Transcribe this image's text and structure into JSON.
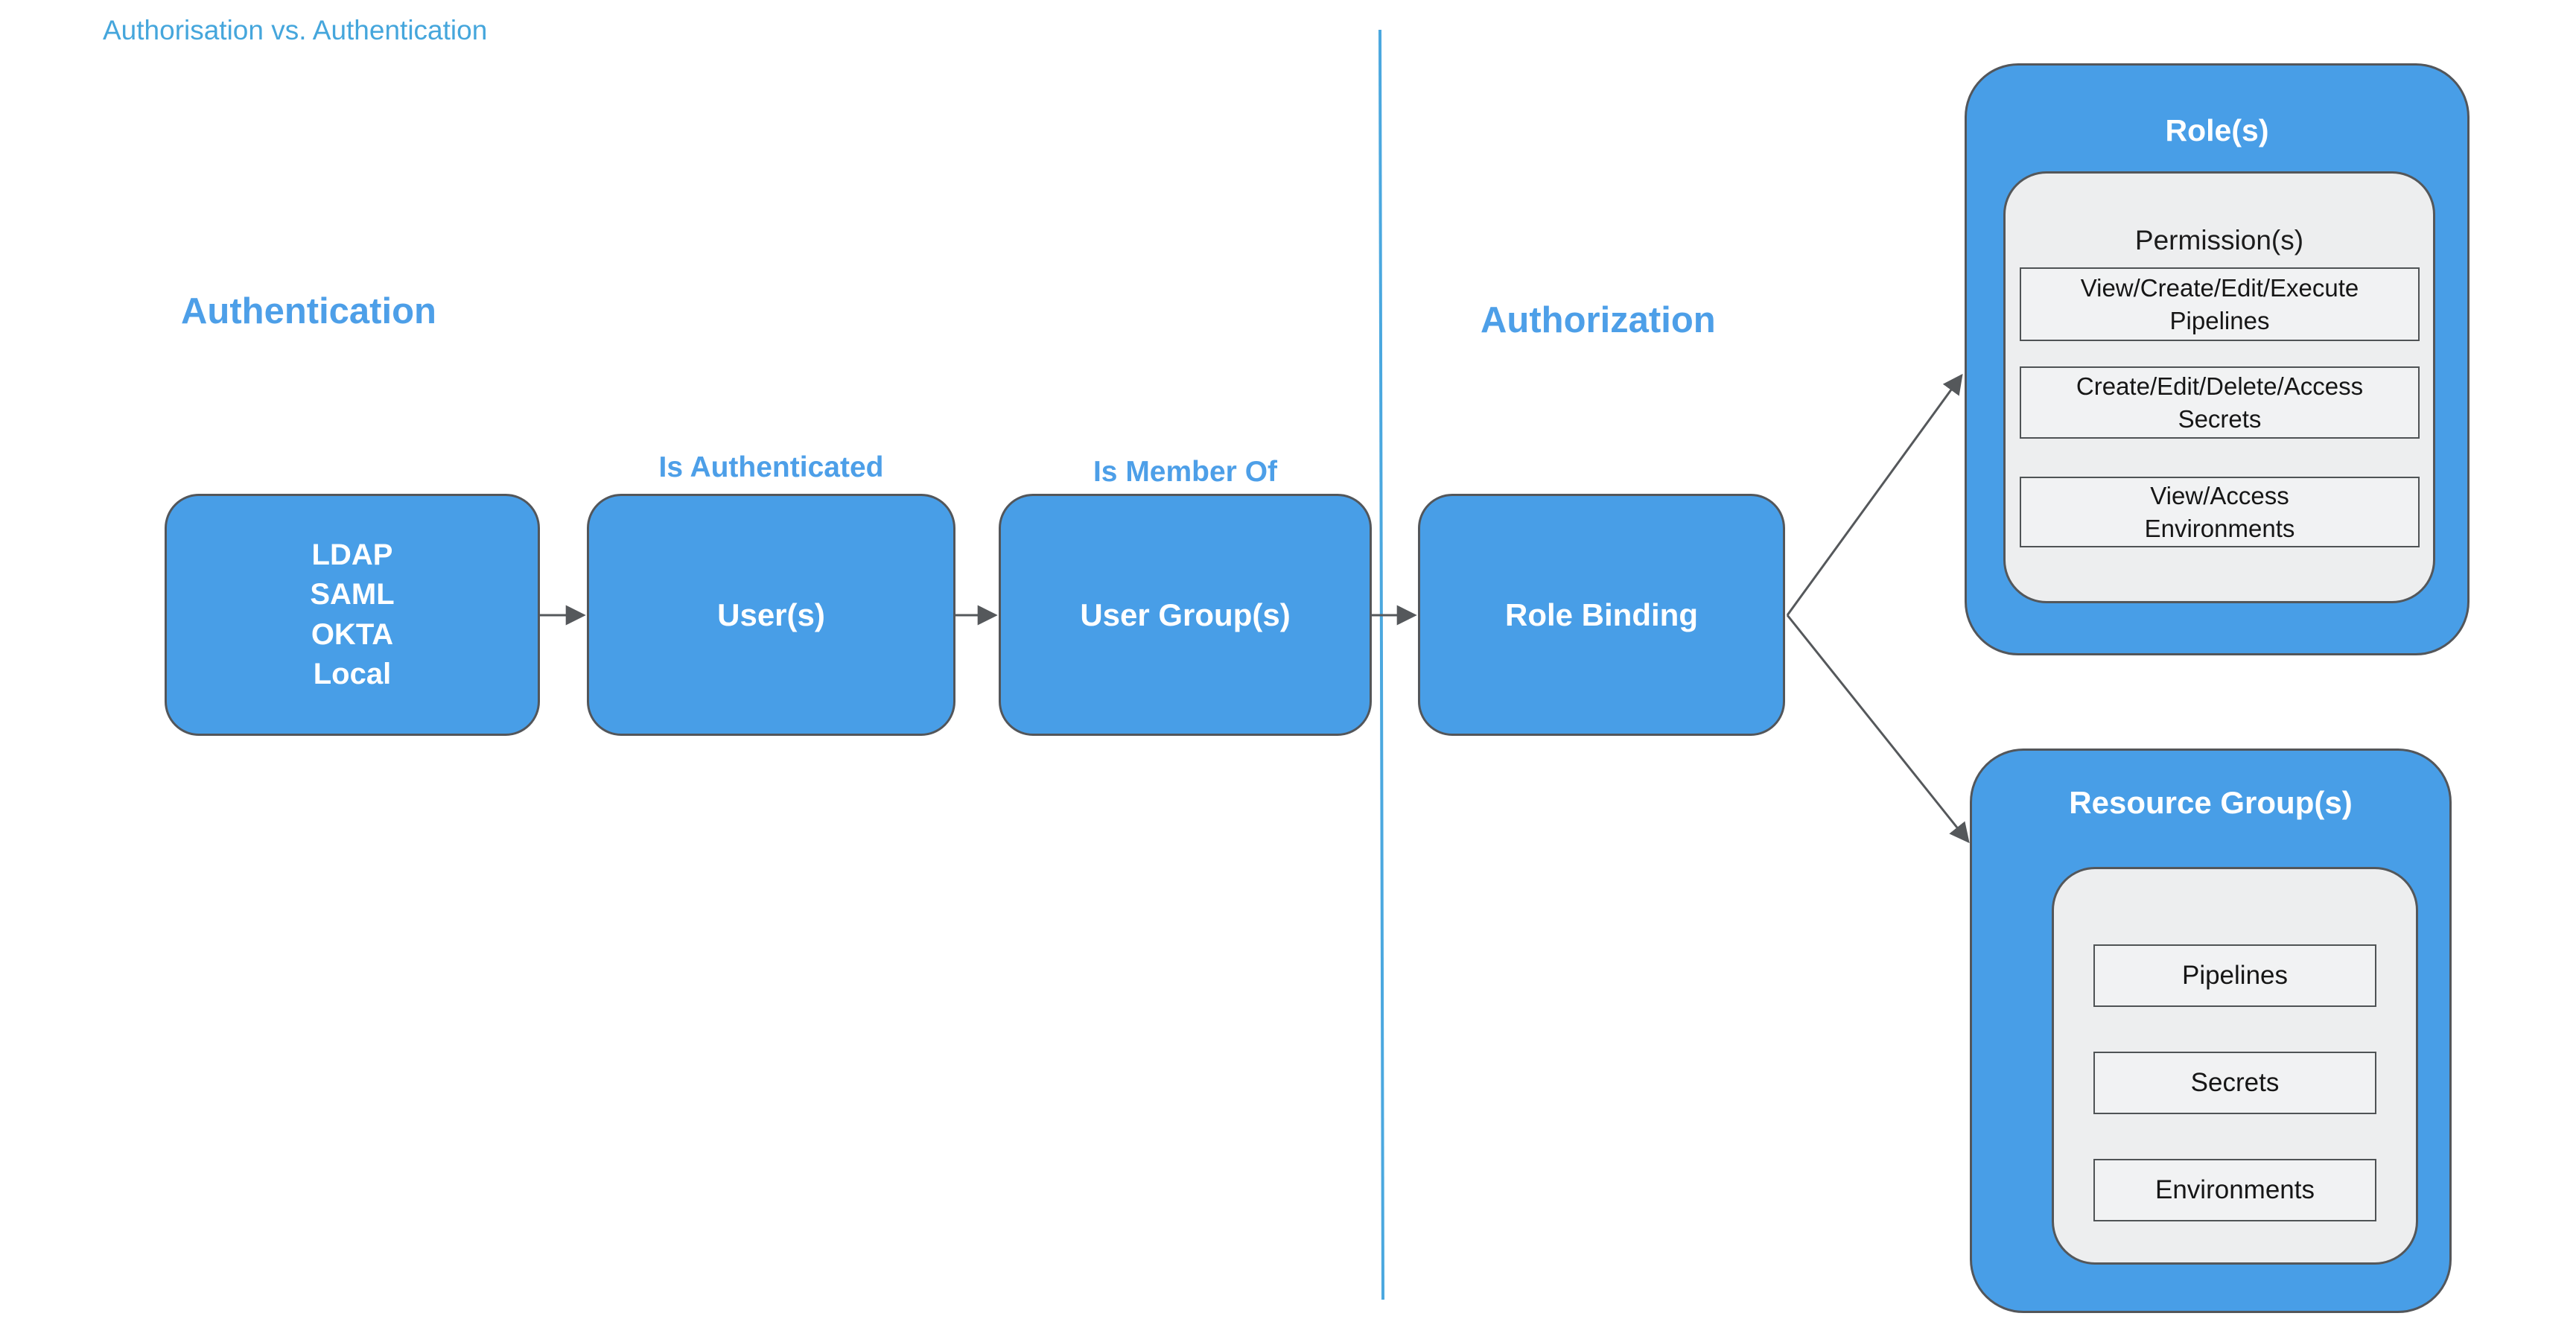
{
  "page": {
    "title": "Authorisation vs. Authentication"
  },
  "colors": {
    "title_text": "#45A6DC",
    "heading_text": "#4D9FE8",
    "box_fill": "#489EE7",
    "box_border": "#53565A",
    "box_text": "#FFFFFF",
    "panel_fill": "#EDEEEF",
    "row_fill": "#F1F2F3",
    "row_text": "#161616",
    "arrow": "#55585B",
    "divider": "#4BA8DF"
  },
  "sections": {
    "left_heading": "Authentication",
    "right_heading": "Authorization"
  },
  "flow": {
    "auth_providers": {
      "lines": [
        "LDAP",
        "SAML",
        "OKTA",
        "Local"
      ]
    },
    "users": {
      "label": "User(s)",
      "arrow_label": "Is Authenticated"
    },
    "user_groups": {
      "label": "User Group(s)",
      "arrow_label": "Is Member Of"
    },
    "role_binding": {
      "label": "Role Binding"
    }
  },
  "roles": {
    "title": "Role(s)",
    "subtitle": "Permission(s)",
    "permissions": [
      {
        "line1": "View/Create/Edit/Execute",
        "line2": "Pipelines"
      },
      {
        "line1": "Create/Edit/Delete/Access",
        "line2": "Secrets"
      },
      {
        "line1": "View/Access",
        "line2": "Environments"
      }
    ]
  },
  "resource_groups": {
    "title": "Resource Group(s)",
    "items": [
      "Pipelines",
      "Secrets",
      "Environments"
    ]
  }
}
